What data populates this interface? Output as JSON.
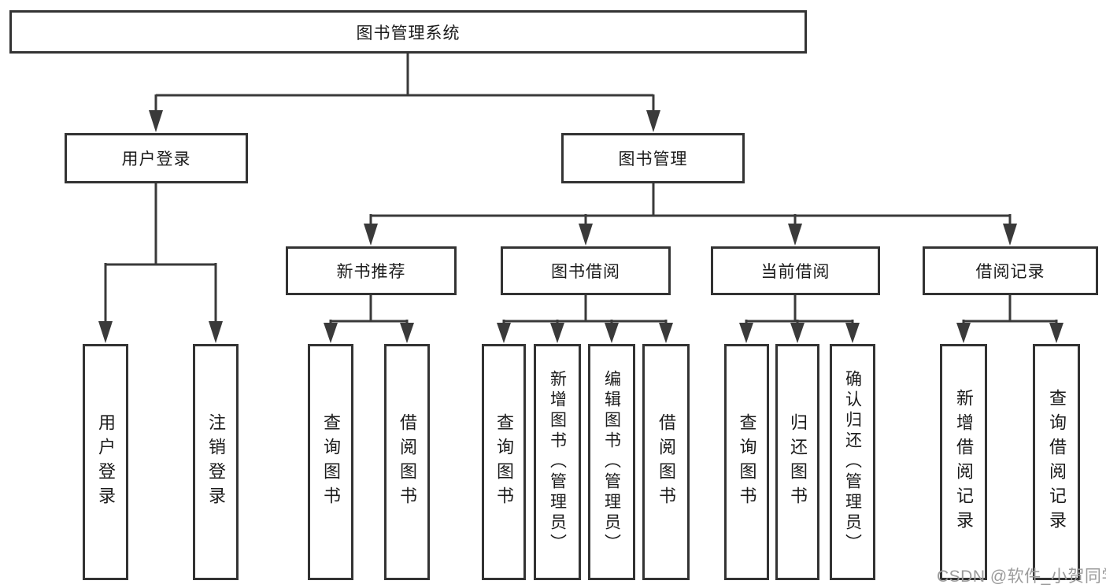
{
  "tree": {
    "label": "图书管理系统",
    "children": [
      {
        "label": "用户登录",
        "children": [
          {
            "label": "用户登录"
          },
          {
            "label": "注销登录"
          }
        ]
      },
      {
        "label": "图书管理",
        "children": [
          {
            "label": "新书推荐",
            "children": [
              {
                "label": "查询图书"
              },
              {
                "label": "借阅图书"
              }
            ]
          },
          {
            "label": "图书借阅",
            "children": [
              {
                "label": "查询图书"
              },
              {
                "label": "新增图书（管理员）"
              },
              {
                "label": "编辑图书（管理员）"
              },
              {
                "label": "借阅图书"
              }
            ]
          },
          {
            "label": "当前借阅",
            "children": [
              {
                "label": "查询图书"
              },
              {
                "label": "归还图书"
              },
              {
                "label": "确认归还（管理员）"
              }
            ]
          },
          {
            "label": "借阅记录",
            "children": [
              {
                "label": "新增借阅记录"
              },
              {
                "label": "查询借阅记录"
              }
            ]
          }
        ]
      }
    ]
  },
  "watermark": {
    "text": "CSDN @软件_小贺同学"
  },
  "colors": {
    "line": "#3a3a3a",
    "box-border": "#333333",
    "text": "#1b1b1b",
    "watermark": "#9b9b9b",
    "bg": "#ffffff"
  }
}
